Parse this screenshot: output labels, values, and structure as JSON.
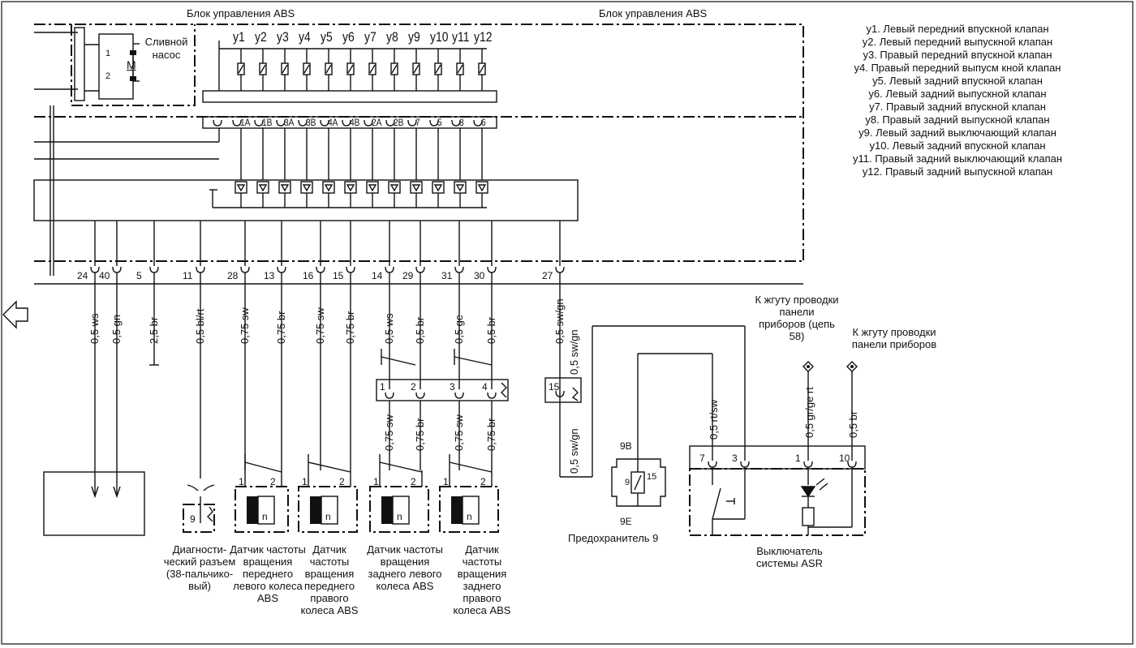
{
  "titles": {
    "abs_left": "Блок управления ABS",
    "abs_right": "Блок управления ABS",
    "pump": "Сливной насос",
    "pump_motor": "M",
    "pump_pin1": "1",
    "pump_pin2": "2"
  },
  "legend": [
    "y1. Левый передний впускной клапан",
    "y2. Левый передний выпускной клапан",
    "y3. Правый передний впускной клапан",
    "y4. Правый передний выпусм кной клапан",
    "y5. Левый задний впускной клапан",
    "y6. Левый задний выпускной клапан",
    "y7. Правый задний впускной клапан",
    "y8. Правый задний выпускной клапан",
    "y9. Левый задний выключающий клапан",
    "y10. Левый задний впускной клапан",
    "y11. Правый задний выключающий клапан",
    "y12. Правый задний выпускной клапан"
  ],
  "valves": [
    "y1",
    "y2",
    "y3",
    "y4",
    "y5",
    "y6",
    "y7",
    "y8",
    "y9",
    "y10",
    "y11",
    "y12"
  ],
  "inner_pins": [
    "1A",
    "1B",
    "3A",
    "3B",
    "4A",
    "4B",
    "2A",
    "2B",
    "7",
    "5",
    "8",
    "6"
  ],
  "connector_pins": [
    "24",
    "40",
    "5",
    "11",
    "28",
    "13",
    "16",
    "15",
    "14",
    "29",
    "31",
    "30",
    "27"
  ],
  "wires_top": [
    "0,5 ws",
    "0,5 gn",
    "2,5 br",
    "0,5 bl/rt",
    "0,75 sw",
    "0,75 br",
    "0,75 sw",
    "0,75 br",
    "0,5 ws",
    "0,5 br",
    "0,5 ge",
    "0,5 br",
    "0,5 sw/gn"
  ],
  "wires_bottom": [
    "0,75 sw",
    "0,75 br",
    "0,75 sw",
    "0,75 br"
  ],
  "junction_pins": [
    "1",
    "2",
    "3",
    "4"
  ],
  "sensor_pins": [
    "1",
    "2"
  ],
  "sensor_symbol": "n",
  "diag_pin": "9",
  "fuse_conn": {
    "pin": "15",
    "wire": "0,5 sw/gn",
    "wire_short": "0,5 sw/gn"
  },
  "fuse": {
    "top": "9B",
    "bottom": "9E",
    "left": "9",
    "right": "15",
    "label": "Предохранитель 9"
  },
  "asr_pins": [
    "7",
    "3",
    "1",
    "10"
  ],
  "asr_wires": [
    "0,5 rt/sw",
    "0,5 gr/ge rt",
    "0,5 br"
  ],
  "harness1": "К жгуту проводки панели приборов (цепь 58)",
  "harness2": "К жгуту проводки панели приборов",
  "captions": {
    "diag": "Диагности-ческий разъем (38-пальчико-вый)",
    "s1": "Датчик частоты вращения переднего левого колеса ABS",
    "s2": "Датчик частоты вращения переднего правого колеса ABS",
    "s3": "Датчик частоты вращения заднего левого колеса ABS",
    "s4": "Датчик частоты вращения заднего правого колеса ABS",
    "asr": "Выключатель системы ASR"
  }
}
